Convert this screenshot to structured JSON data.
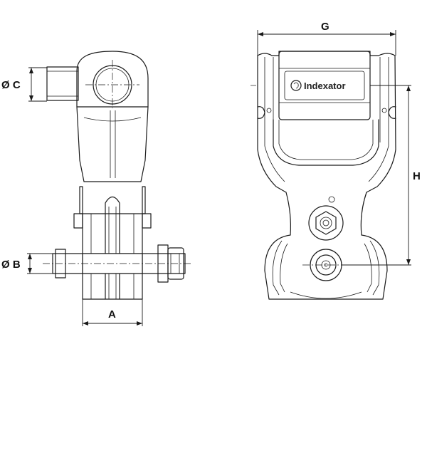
{
  "dimensions": {
    "g_label": "G",
    "h_label": "H",
    "a_label": "A",
    "b_label": "Ø B",
    "c_label": "Ø C"
  },
  "brand": {
    "name": "Indexator",
    "logo_icon": "indexator-logo-icon"
  }
}
